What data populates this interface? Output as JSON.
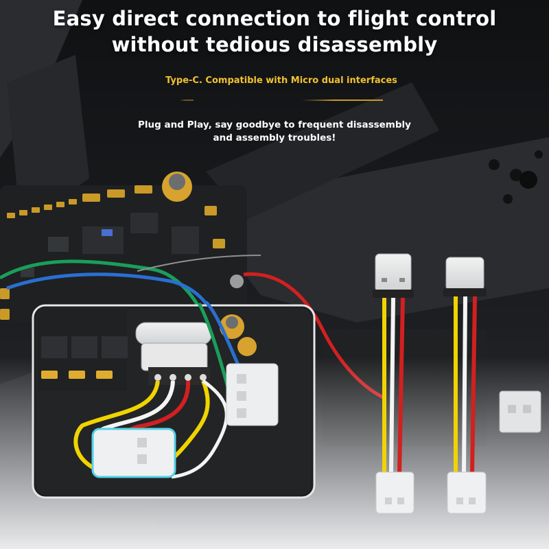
{
  "headline": {
    "line1": "Easy direct connection to flight control",
    "line2": "without tedious disassembly"
  },
  "feature": {
    "label": "Type-C. Compatible with Micro dual interfaces"
  },
  "subline": {
    "line1": "Plug and Play, say goodbye to frequent disassembly",
    "line2": "and assembly troubles!"
  },
  "colors": {
    "background": "#17191c",
    "frame": "#2a2c30",
    "pcb": "#1e2022",
    "accent_gold": "#c99a28",
    "feature_text": "#f2c230",
    "wire_red": "#d22020",
    "wire_yellow": "#f0d400",
    "wire_white": "#f4f4f4",
    "wire_green": "#1a9e5a",
    "wire_blue": "#2a6fd1"
  }
}
